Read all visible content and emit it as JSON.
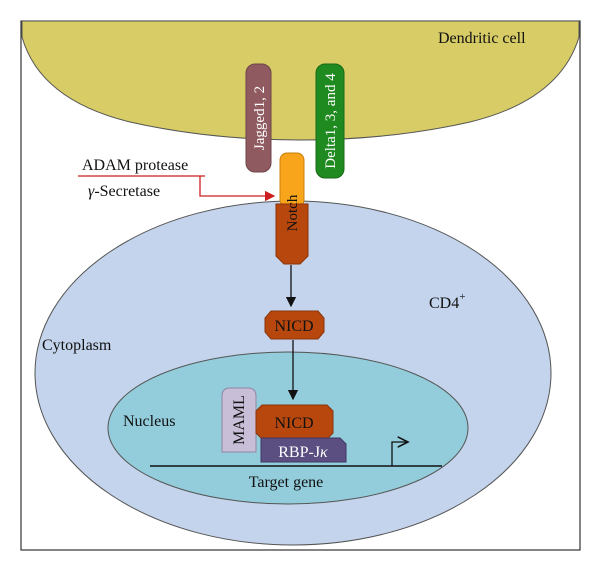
{
  "labels": {
    "dendritic_cell": "Dendritic cell",
    "jagged": "Jagged1, 2",
    "delta": "Delta1, 3, and 4",
    "adam_protease": "ADAM protease",
    "gamma_secretase_symbol": "γ",
    "gamma_secretase_rest": "-Secretase",
    "notch": "Notch",
    "cd4_base": "CD4",
    "cd4_sup": "+",
    "cytoplasm": "Cytoplasm",
    "nicd_cytoplasm": "NICD",
    "nucleus": "Nucleus",
    "maml": "MAML",
    "nicd_nucleus": "NICD",
    "rbp_base": "RBP-J",
    "rbp_kappa": "κ",
    "target_gene": "Target gene"
  },
  "colors": {
    "dendritic_fill": "#d7cc66",
    "cd4_fill": "#c3d4ec",
    "nucleus_fill": "#93cddb",
    "jagged_fill": "#8f5a60",
    "delta_fill": "#1f8a1f",
    "notch_top_fill": "#f8a51c",
    "notch_fill": "#b8470e",
    "nicd_fill": "#b8470e",
    "maml_fill": "#c8bed8",
    "rbp_fill": "#5b4f82",
    "protease_arrow": "#cc1f1f"
  }
}
